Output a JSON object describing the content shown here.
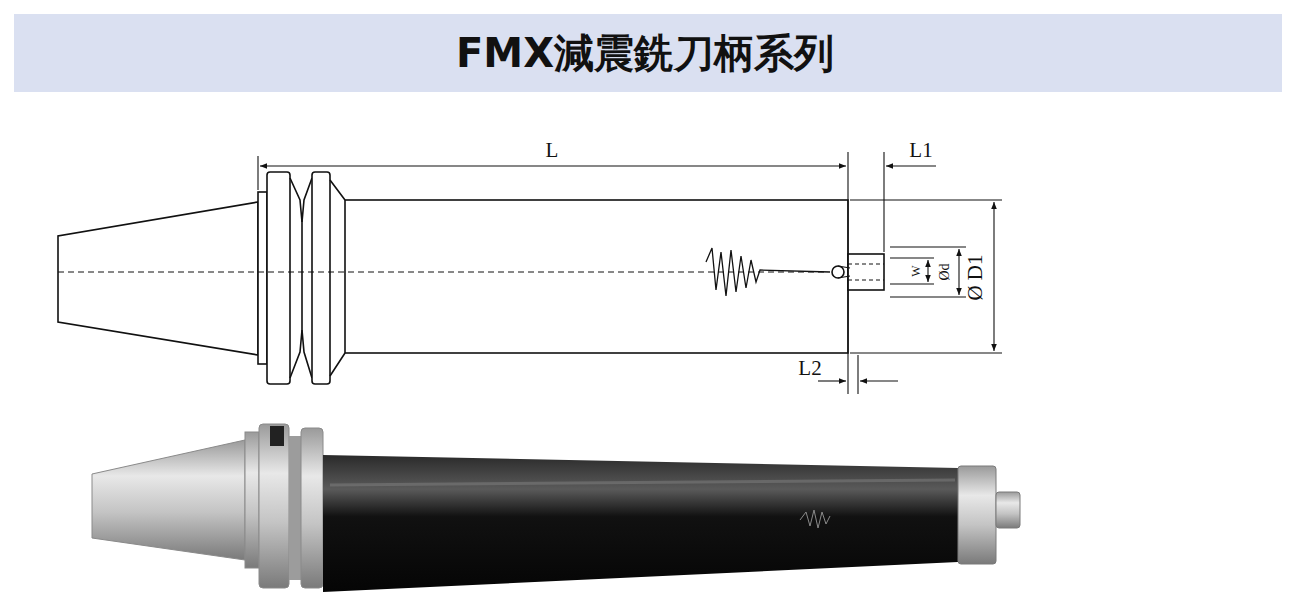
{
  "diagram": {
    "title": "FMX減震銑刀柄系列",
    "labels": [
      "L",
      "L1",
      "Ø D1",
      "Ød",
      "W",
      "L2"
    ]
  }
}
